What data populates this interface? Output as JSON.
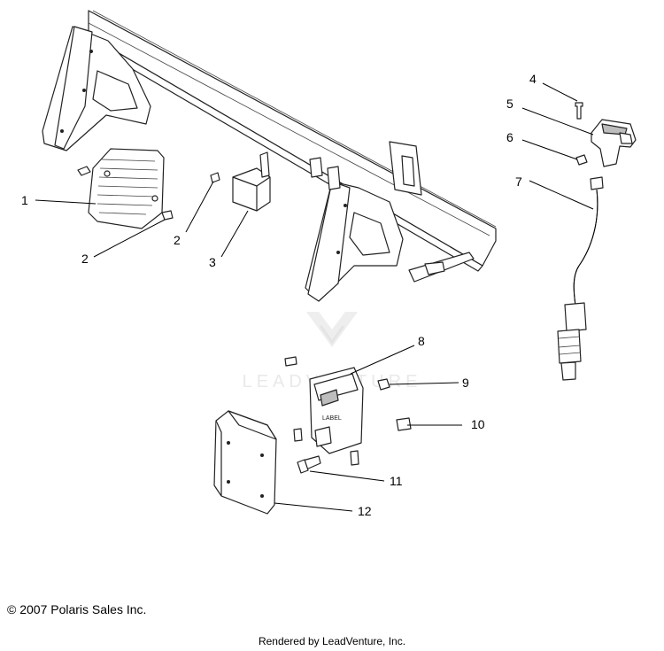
{
  "diagram": {
    "watermark": "LEADVENTURE",
    "callouts": [
      {
        "id": "1",
        "text": "1"
      },
      {
        "id": "2a",
        "text": "2"
      },
      {
        "id": "2b",
        "text": "2"
      },
      {
        "id": "3",
        "text": "3"
      },
      {
        "id": "4",
        "text": "4"
      },
      {
        "id": "5",
        "text": "5"
      },
      {
        "id": "6",
        "text": "6"
      },
      {
        "id": "7",
        "text": "7"
      },
      {
        "id": "8",
        "text": "8"
      },
      {
        "id": "9",
        "text": "9"
      },
      {
        "id": "10",
        "text": "10"
      },
      {
        "id": "11",
        "text": "11"
      },
      {
        "id": "12",
        "text": "12"
      }
    ],
    "ecu_label": "LABEL"
  },
  "footer": {
    "copyright": "© 2007 Polaris Sales Inc.",
    "rendered_by": "Rendered by LeadVenture, Inc."
  }
}
